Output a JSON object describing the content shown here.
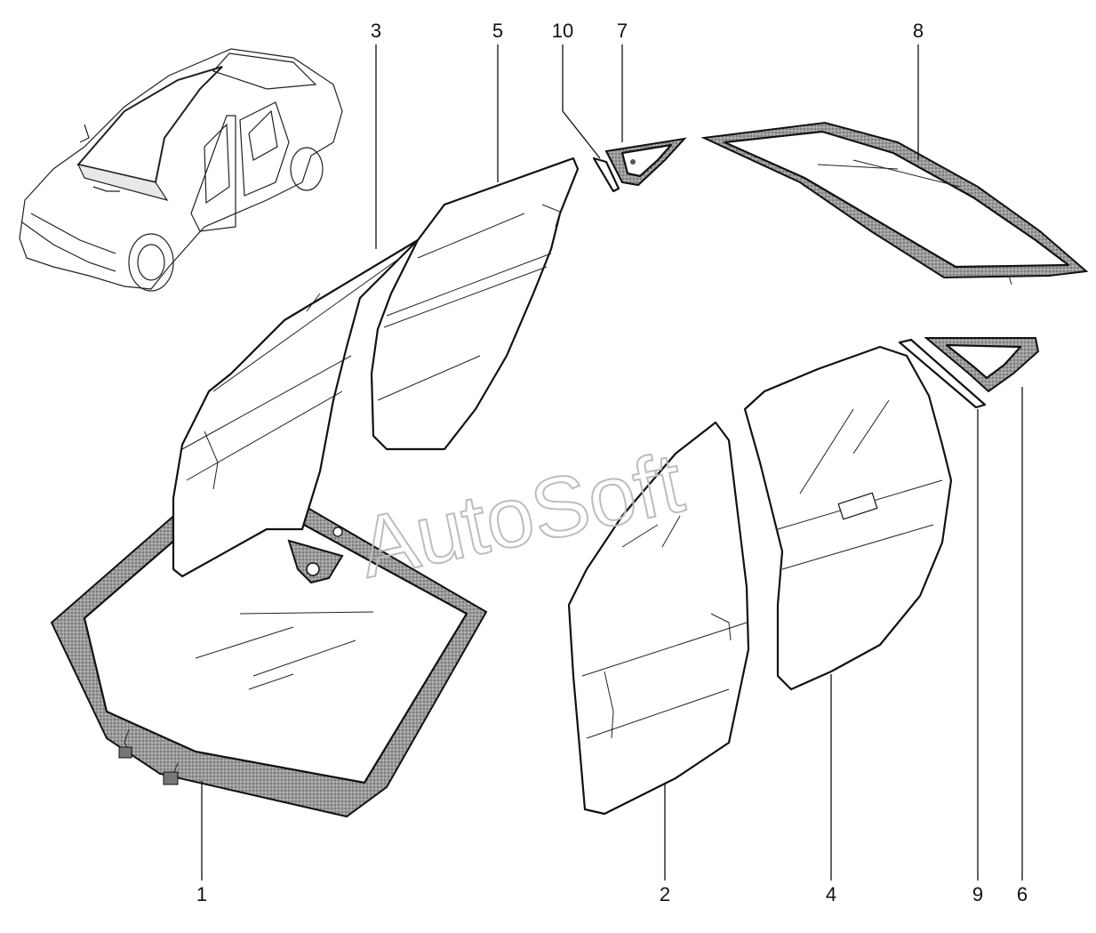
{
  "diagram": {
    "watermark": "AutoSoft",
    "colors": {
      "line": "#111111",
      "frit": "#8a8a8a",
      "watermark": "#bdbdbd"
    },
    "callouts": [
      "1",
      "2",
      "3",
      "4",
      "5",
      "6",
      "7",
      "8",
      "9",
      "10"
    ]
  }
}
